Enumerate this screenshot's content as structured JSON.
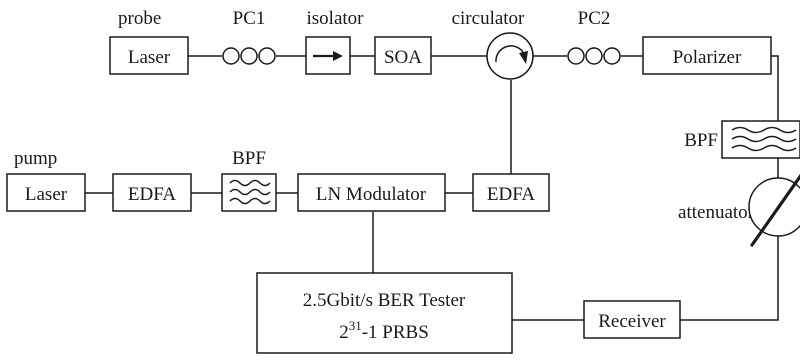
{
  "labels": {
    "probe": "probe",
    "pc1": "PC1",
    "isolator": "isolator",
    "circulator": "circulator",
    "pc2": "PC2",
    "pump": "pump",
    "bpf_pump": "BPF",
    "bpf_right": "BPF",
    "attenuator": "attenuator"
  },
  "boxes": {
    "probe_laser": "Laser",
    "soa": "SOA",
    "polarizer": "Polarizer",
    "pump_laser": "Laser",
    "edfa_pump": "EDFA",
    "ln_modulator": "LN Modulator",
    "edfa_probe": "EDFA",
    "ber_line1": "2.5Gbit/s BER Tester",
    "ber_line2_base": "2",
    "ber_line2_sup": "31",
    "ber_line2_rest": "-1 PRBS",
    "receiver": "Receiver"
  }
}
